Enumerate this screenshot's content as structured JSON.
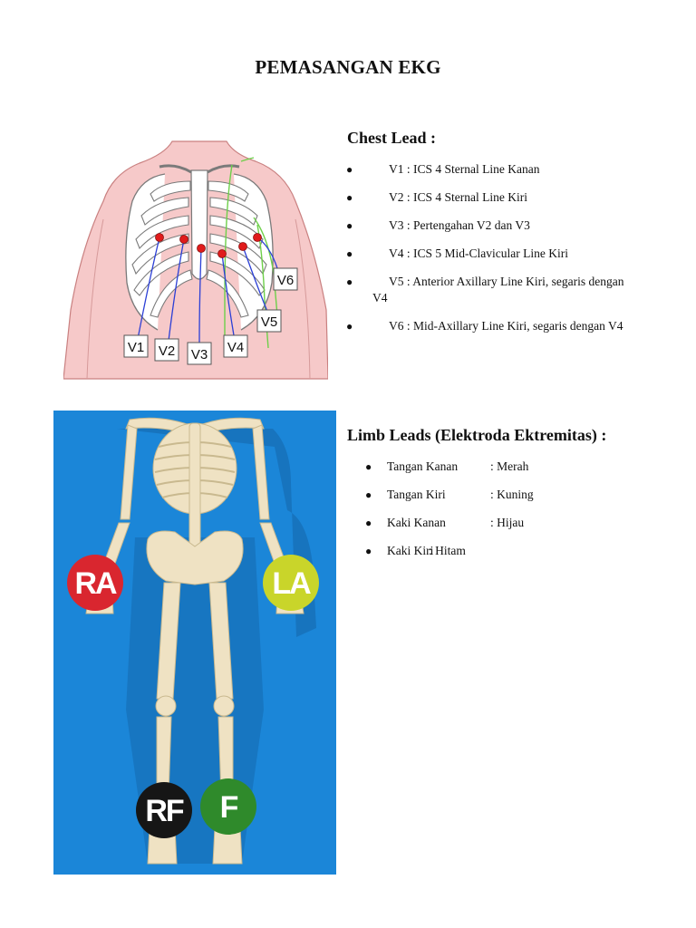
{
  "document": {
    "title": "PEMASANGAN EKG"
  },
  "chest_lead": {
    "heading": "Chest Lead :",
    "items": [
      {
        "text": "V1 : ICS 4 Sternal Line Kanan"
      },
      {
        "text": "V2 : ICS 4 Sternal Line Kiri"
      },
      {
        "text": "V3 : Pertengahan V2 dan V3"
      },
      {
        "text": "V4 : ICS 5 Mid-Clavicular Line Kiri"
      },
      {
        "text_line1": "V5 : Anterior Axillary Line Kiri, segaris dengan",
        "text_line2": "V4"
      },
      {
        "text": "V6 : Mid-Axillary Line Kiri, segaris dengan V4"
      }
    ],
    "figure_labels": [
      "V1",
      "V2",
      "V3",
      "V4",
      "V5",
      "V6"
    ]
  },
  "limb_leads": {
    "heading": "Limb Leads (Elektroda Ektremitas) :",
    "items": [
      {
        "name": "Tangan Kanan",
        "color": ": Merah"
      },
      {
        "name": "Tangan Kiri",
        "color": ": Kuning"
      },
      {
        "name": "Kaki Kanan",
        "color": ": Hijau"
      },
      {
        "name": "Kaki Kiri",
        "color": ": Hitam"
      }
    ],
    "figure_badges": [
      {
        "label": "RA",
        "color": "#d9262f"
      },
      {
        "label": "LA",
        "color": "#c9d52a"
      },
      {
        "label": "RF",
        "color": "#161616"
      },
      {
        "label": "F",
        "color": "#2f8a2b"
      }
    ]
  },
  "colors": {
    "skin": "#f6c9c9",
    "electrode": "#e01b1b",
    "lead_wire": "#2b3fd6",
    "line_green": "#6ecf4a",
    "limb_background": "#1b86d8",
    "bone": "#efe2c3"
  }
}
